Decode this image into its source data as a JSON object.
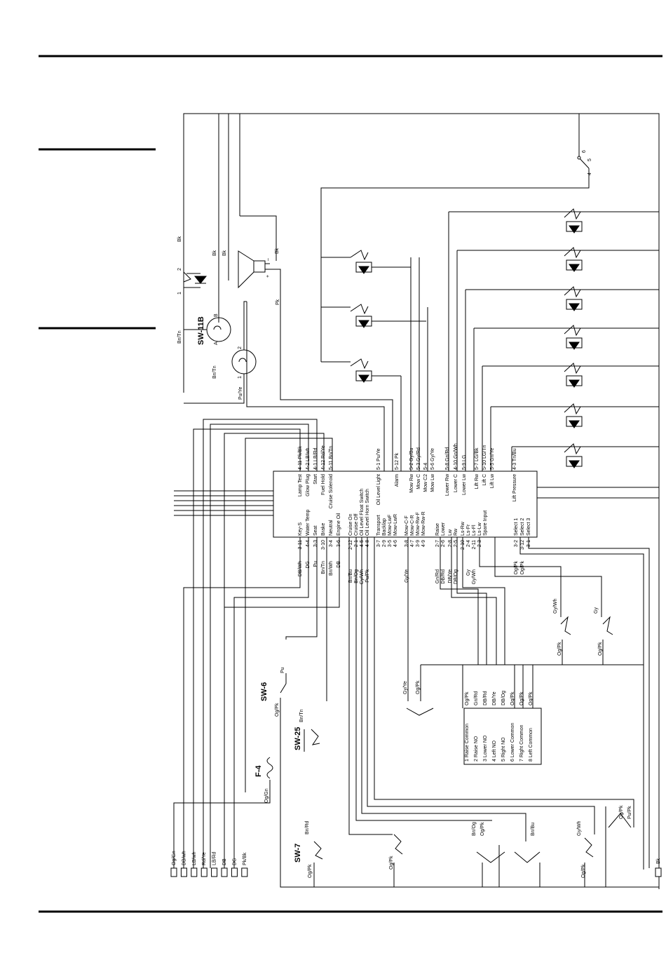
{
  "switches": {
    "sw11b": "SW-11B",
    "sw6": "SW-6",
    "sw25": "SW-25",
    "sw7": "SW-7",
    "f4": "F-4"
  },
  "wire_labels": {
    "bk": "Bk",
    "bntn": "Bn/Tn",
    "puye": "Pu/Ye",
    "pk": "Pk",
    "pu": "Pu",
    "ogpk": "Og/Pk",
    "oggn": "Og/Gn",
    "bnrd": "Bn/Rd",
    "bnog": "Bn/Og",
    "bnbu": "Bn/Bu",
    "gywh": "Gy/Wh",
    "gy": "Gy",
    "gyye": "Gy/Ye"
  },
  "pins": {
    "one": "1",
    "two": "2",
    "a": "A",
    "b": "B",
    "plus": "+",
    "minus": "–",
    "four": "4",
    "five": "5",
    "six": "6"
  },
  "controller": {
    "top_left": [
      {
        "pin": "4-11",
        "wire": "Pk/Bk",
        "func": "Lamp Test"
      },
      {
        "pin": "4-2",
        "wire": "LB/wh",
        "func": "Glow Plug"
      },
      {
        "pin": "4-1",
        "wire": "LB/Rd",
        "func": "Start"
      },
      {
        "pin": "4-12",
        "wire": "Rd/Ye",
        "func": "Fuel Hold"
      },
      {
        "pin": "5-11",
        "wire": "Bn/Tn",
        "func": "Cruise Solenoid"
      }
    ],
    "top_mid": [
      {
        "pin": "5-1",
        "wire": "Pu/Ye",
        "func": "Oil Level Light"
      },
      {
        "pin": "5-12",
        "wire": "Pk",
        "func": "Alarm"
      },
      {
        "pin": "5-2",
        "wire": "Gy/Bu",
        "func": "Mow Rw"
      },
      {
        "pin": "5-3",
        "wire": "Gy/Rd",
        "func": "Mow C"
      },
      {
        "pin": "5-4",
        "wire": "",
        "func": "Mow C2"
      },
      {
        "pin": "5-6",
        "wire": "Gy/Ye",
        "func": "Mow Lw"
      },
      {
        "pin": "5-8",
        "wire": "Gn/Rd",
        "func": "Lower Rw"
      },
      {
        "pin": "4-10",
        "wire": "Gn/Wh",
        "func": "Lower C"
      },
      {
        "pin": "5-9",
        "wire": "LG",
        "func": "Lower Lw"
      },
      {
        "pin": "5-7",
        "wire": "LG/Bk",
        "func": "Lift Rw"
      },
      {
        "pin": "5-10",
        "wire": "LG/Tn",
        "func": "Lift C"
      },
      {
        "pin": "5-5",
        "wire": "Gn/Ye",
        "func": "Lift Lw"
      },
      {
        "pin": "4-3",
        "wire": "Tn/Bu",
        "func": "Lift Pressure"
      }
    ],
    "bottom_left": [
      {
        "pin": "3-11",
        "wire": "DB/Wh",
        "func": "Key-S"
      },
      {
        "pin": "4-4",
        "wire": "DG",
        "func": "Water Temp"
      },
      {
        "pin": "3-3",
        "wire": "Pu",
        "func": "Seat"
      },
      {
        "pin": "3-10",
        "wire": "Bn/Tn",
        "func": "Brake"
      },
      {
        "pin": "3-4",
        "wire": "Bn/Wh",
        "func": "Neutral"
      },
      {
        "pin": "3-6",
        "wire": "DB",
        "func": "Engine Oil"
      }
    ],
    "bottom_mid": [
      {
        "pin": "2-12",
        "wire": "Bn/Bu",
        "func": "Cruise On"
      },
      {
        "pin": "2-1",
        "wire": "Bn/Og",
        "func": "Cruise Off"
      },
      {
        "pin": "4-5",
        "wire": "Gy/Wh",
        "func": "Oil Level Float Switch"
      },
      {
        "pin": "4-8",
        "wire": "Pu/Pk",
        "func": "Oil Level Horn Switch"
      },
      {
        "pin": "3-7",
        "wire": "",
        "func": "Transport"
      },
      {
        "pin": "2-9",
        "wire": "",
        "func": "Backlap"
      },
      {
        "pin": "3-5",
        "wire": "",
        "func": "Mow-LwF"
      },
      {
        "pin": "4-6",
        "wire": "",
        "func": "Mow-LwR"
      },
      {
        "pin": "3-8",
        "wire": "Gy/Ye",
        "func": "Mow-C-F"
      },
      {
        "pin": "4-7",
        "wire": "",
        "func": "Mow-C-R"
      },
      {
        "pin": "3-9",
        "wire": "",
        "func": "Mow-Rw-F"
      },
      {
        "pin": "4-9",
        "wire": "",
        "func": "Mow-Rw-R"
      },
      {
        "pin": "2-7",
        "wire": "Gn/Rd",
        "func": "Raise"
      },
      {
        "pin": "2-6",
        "wire": "DB/Rd",
        "func": "Lower"
      },
      {
        "pin": "2-8",
        "wire": "DB/Ye",
        "func": "Lw"
      },
      {
        "pin": "2-5",
        "wire": "DB/Og",
        "func": "Rw"
      },
      {
        "pin": "2-10",
        "wire": "",
        "func": "Ls-Rw"
      },
      {
        "pin": "2-4",
        "wire": "Gy",
        "func": "Ls-Fr"
      },
      {
        "pin": "2-11",
        "wire": "Gy/Wh",
        "func": "Ls-Fl"
      },
      {
        "pin": "2-3",
        "wire": "",
        "func": "Ls-Lw"
      },
      {
        "pin": "",
        "wire": "",
        "func": "Spare Input"
      }
    ],
    "bottom_right": [
      {
        "pin": "3-2",
        "wire": "Og/Pk",
        "func": "Select 1"
      },
      {
        "pin": "3-12",
        "wire": "Og/Pk",
        "func": "Select 2"
      },
      {
        "pin": "3-1",
        "wire": "",
        "func": "Select 3"
      }
    ]
  },
  "joystick_block": [
    {
      "n": "1",
      "func": "Raise Common",
      "wire": "Og/Pk"
    },
    {
      "n": "2",
      "func": "Raise NO",
      "wire": "Gn/Rd"
    },
    {
      "n": "3",
      "func": "Lower NO",
      "wire": "DB/Rd"
    },
    {
      "n": "4",
      "func": "Left NO",
      "wire": "DB/Ye"
    },
    {
      "n": "5",
      "func": "Right NO",
      "wire": "DB/Og"
    },
    {
      "n": "6",
      "func": "Lower Common",
      "wire": "Og/Pk"
    },
    {
      "n": "7",
      "func": "Right Common",
      "wire": "Og/Pk"
    },
    {
      "n": "8",
      "func": "Left Common",
      "wire": "Og/Pk"
    }
  ],
  "bottom_connectors": [
    "Og/Gn",
    "DB/wh",
    "LB/wh",
    "Rd/Ye",
    "LB/Rd",
    "DB",
    "DG",
    "Pk/Bk"
  ],
  "right_connector": "Bk"
}
